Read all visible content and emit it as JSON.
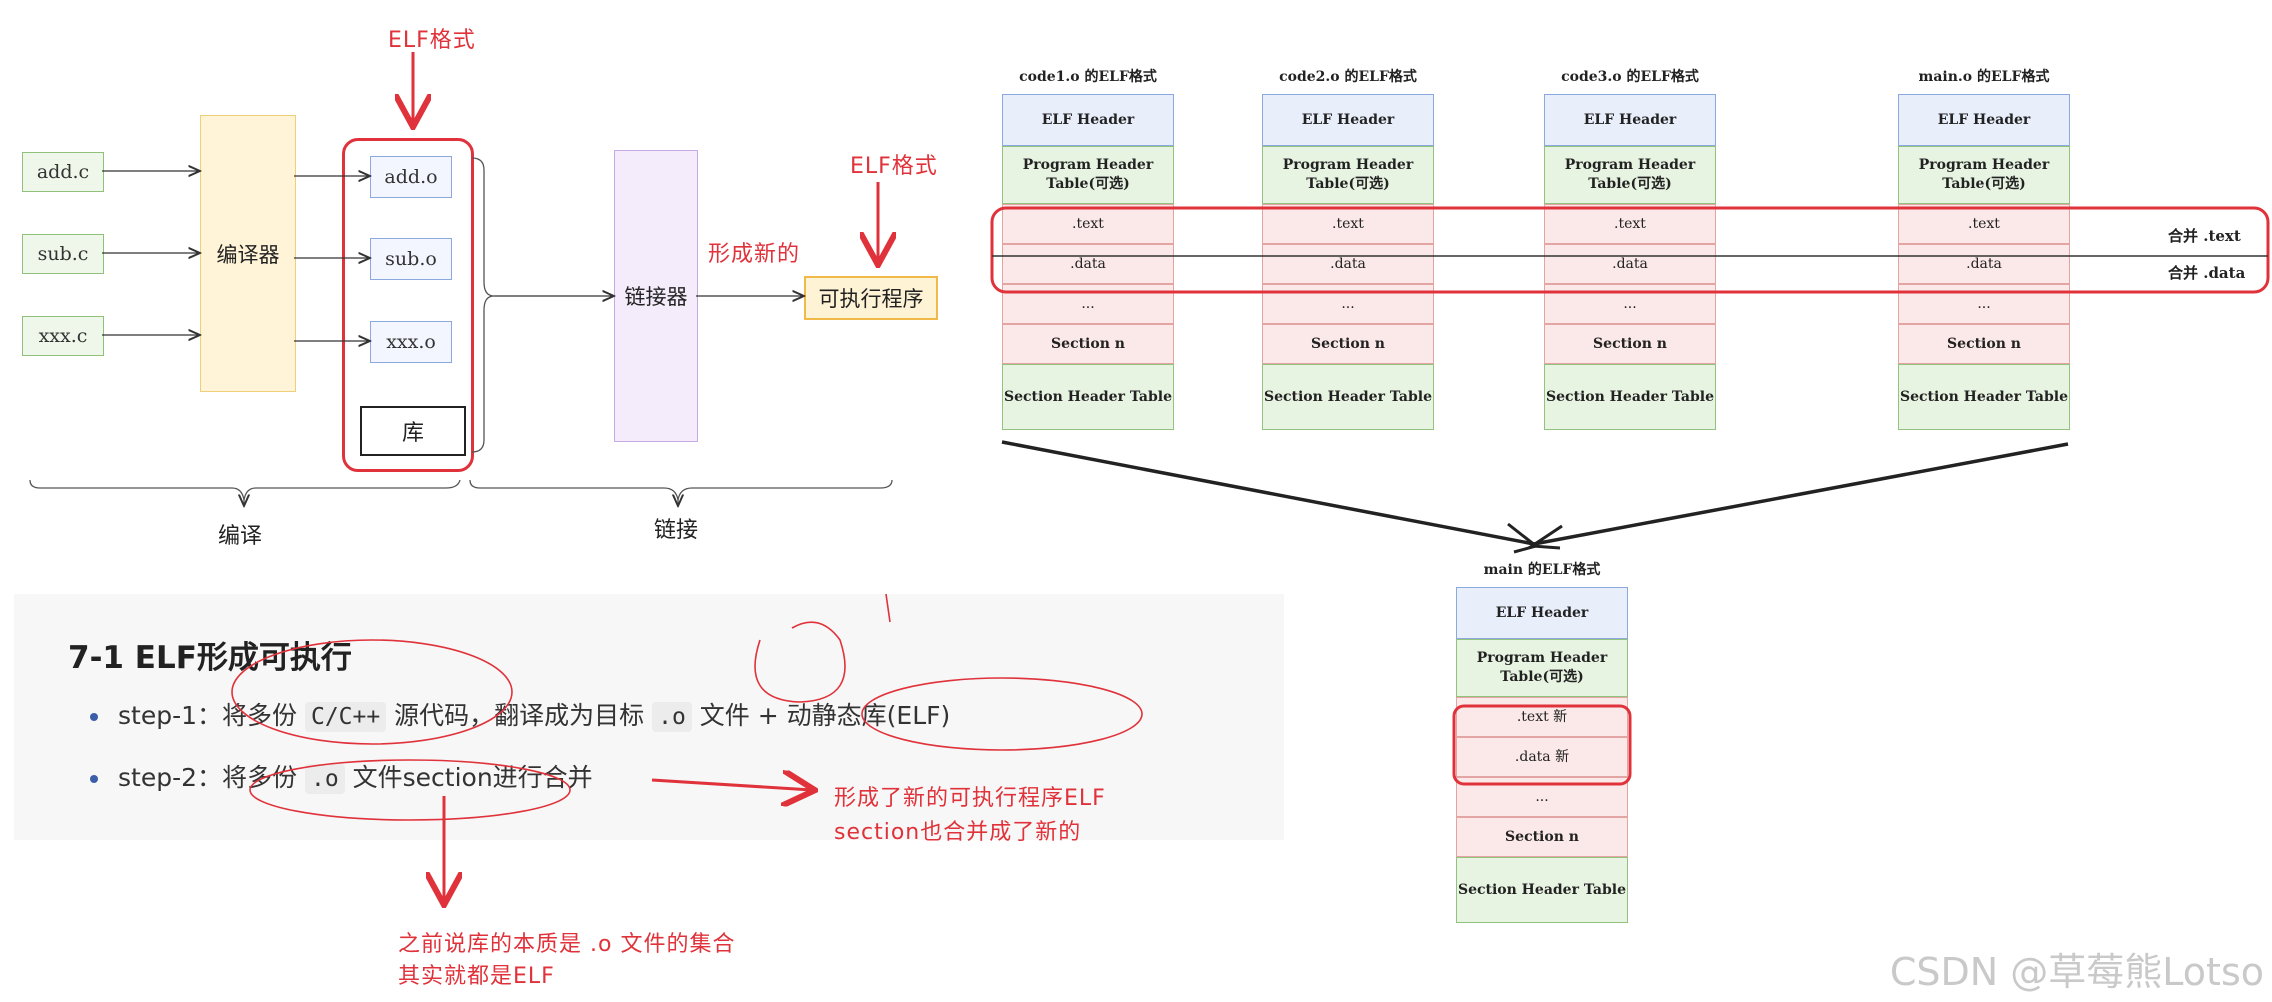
{
  "pipeline": {
    "elf_format_top": "ELF格式",
    "elf_format_right": "ELF格式",
    "sources": [
      "add.c",
      "sub.c",
      "xxx.c"
    ],
    "compiler": "编译器",
    "objects": [
      "add.o",
      "sub.o",
      "xxx.o"
    ],
    "library": "库",
    "linker": "链接器",
    "form_new": "形成新的",
    "executable": "可执行程序",
    "phase_compile": "编译",
    "phase_link": "链接"
  },
  "elf_tables": [
    {
      "title": "code1.o 的ELF格式"
    },
    {
      "title": "code2.o 的ELF格式"
    },
    {
      "title": "code3.o 的ELF格式"
    },
    {
      "title": "main.o 的ELF格式"
    }
  ],
  "elf_rows": {
    "header": "ELF Header",
    "program_header": "Program Header Table(可选)",
    "text": ".text",
    "data": ".data",
    "ellipsis": "...",
    "section_n": "Section n",
    "section_header_table": "Section Header Table"
  },
  "merge_labels": {
    "text": "合并 .text",
    "data": "合并 .data"
  },
  "result_table": {
    "title": "main 的ELF格式",
    "text": ".text 新",
    "data": ".data 新"
  },
  "doc": {
    "title": "7-1 ELF形成可执行",
    "step1_prefix": "step-1：将多份",
    "step1_code1": "C/C++",
    "step1_mid": "源代码，翻译成为目标",
    "step1_code2": ".o",
    "step1_suffix": "文件 + 动静态库(ELF)",
    "step2_prefix": "step-2：将多份",
    "step2_code": ".o",
    "step2_suffix": "文件section进行合并"
  },
  "annotations": {
    "right_line1": "形成了新的可执行程序ELF",
    "right_line2": "section也合并成了新的",
    "bottom_line1": "之前说库的本质是 .o 文件的集合",
    "bottom_line2": "其实就都是ELF"
  },
  "watermark": "CSDN @草莓熊Lotso",
  "colors": {
    "annotation_red": "#e0323a",
    "bullet_blue": "#3a5fa8"
  }
}
